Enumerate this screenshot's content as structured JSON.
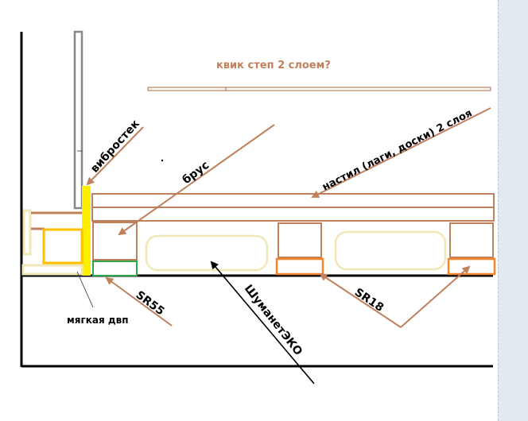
{
  "diagram": {
    "title": "квик степ 2 слоем?",
    "labels": {
      "vibrostek": "вибростек",
      "brus": "брус",
      "nastil": "настил (лаги, доски) 2 слоя",
      "sr55": "SR55",
      "shumanet": "ШуманетЭКО",
      "sr18": "SR18",
      "soft_dvp": "мягкая двп"
    },
    "colors": {
      "brown": "#c0805c",
      "title": "#c0805c",
      "yellow": "#ffee00",
      "orange": "#f5842a",
      "gold": "#ffc000",
      "green": "#2aa84a",
      "beige": "#f1e6b6",
      "gray": "#888888",
      "black": "#000000",
      "panel": "#e1eaf1"
    }
  }
}
